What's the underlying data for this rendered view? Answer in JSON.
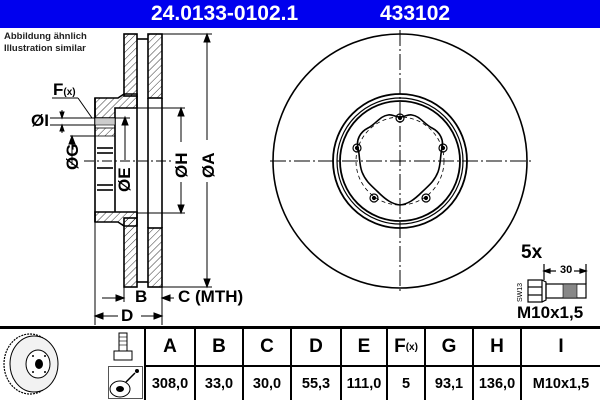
{
  "header": {
    "part_number": "24.0133-0102.1",
    "code": "433102",
    "background_color": "#0000ee"
  },
  "note": {
    "line1": "Abbildung ähnlich",
    "line2": "Illustration similar"
  },
  "drawing_labels": {
    "f": "F",
    "f_suffix": "(x)",
    "i": "ØI",
    "g": "ØG",
    "e": "ØE",
    "h": "ØH",
    "a": "ØA",
    "b": "B",
    "c": "C (MTH)",
    "d": "D"
  },
  "bolt": {
    "quantity": "5x",
    "length": "30",
    "wrench_size": "SW13",
    "thread": "M10x1,5"
  },
  "table": {
    "columns": [
      {
        "header": "A",
        "value": "308,0"
      },
      {
        "header": "B",
        "value": "33,0"
      },
      {
        "header": "C",
        "value": "30,0"
      },
      {
        "header": "D",
        "value": "55,3"
      },
      {
        "header": "E",
        "value": "111,0"
      },
      {
        "header": "F",
        "header_suffix": "(x)",
        "value": "5"
      },
      {
        "header": "G",
        "value": "93,1"
      },
      {
        "header": "H",
        "value": "136,0"
      },
      {
        "header": "I",
        "value": "M10x1,5"
      }
    ]
  }
}
